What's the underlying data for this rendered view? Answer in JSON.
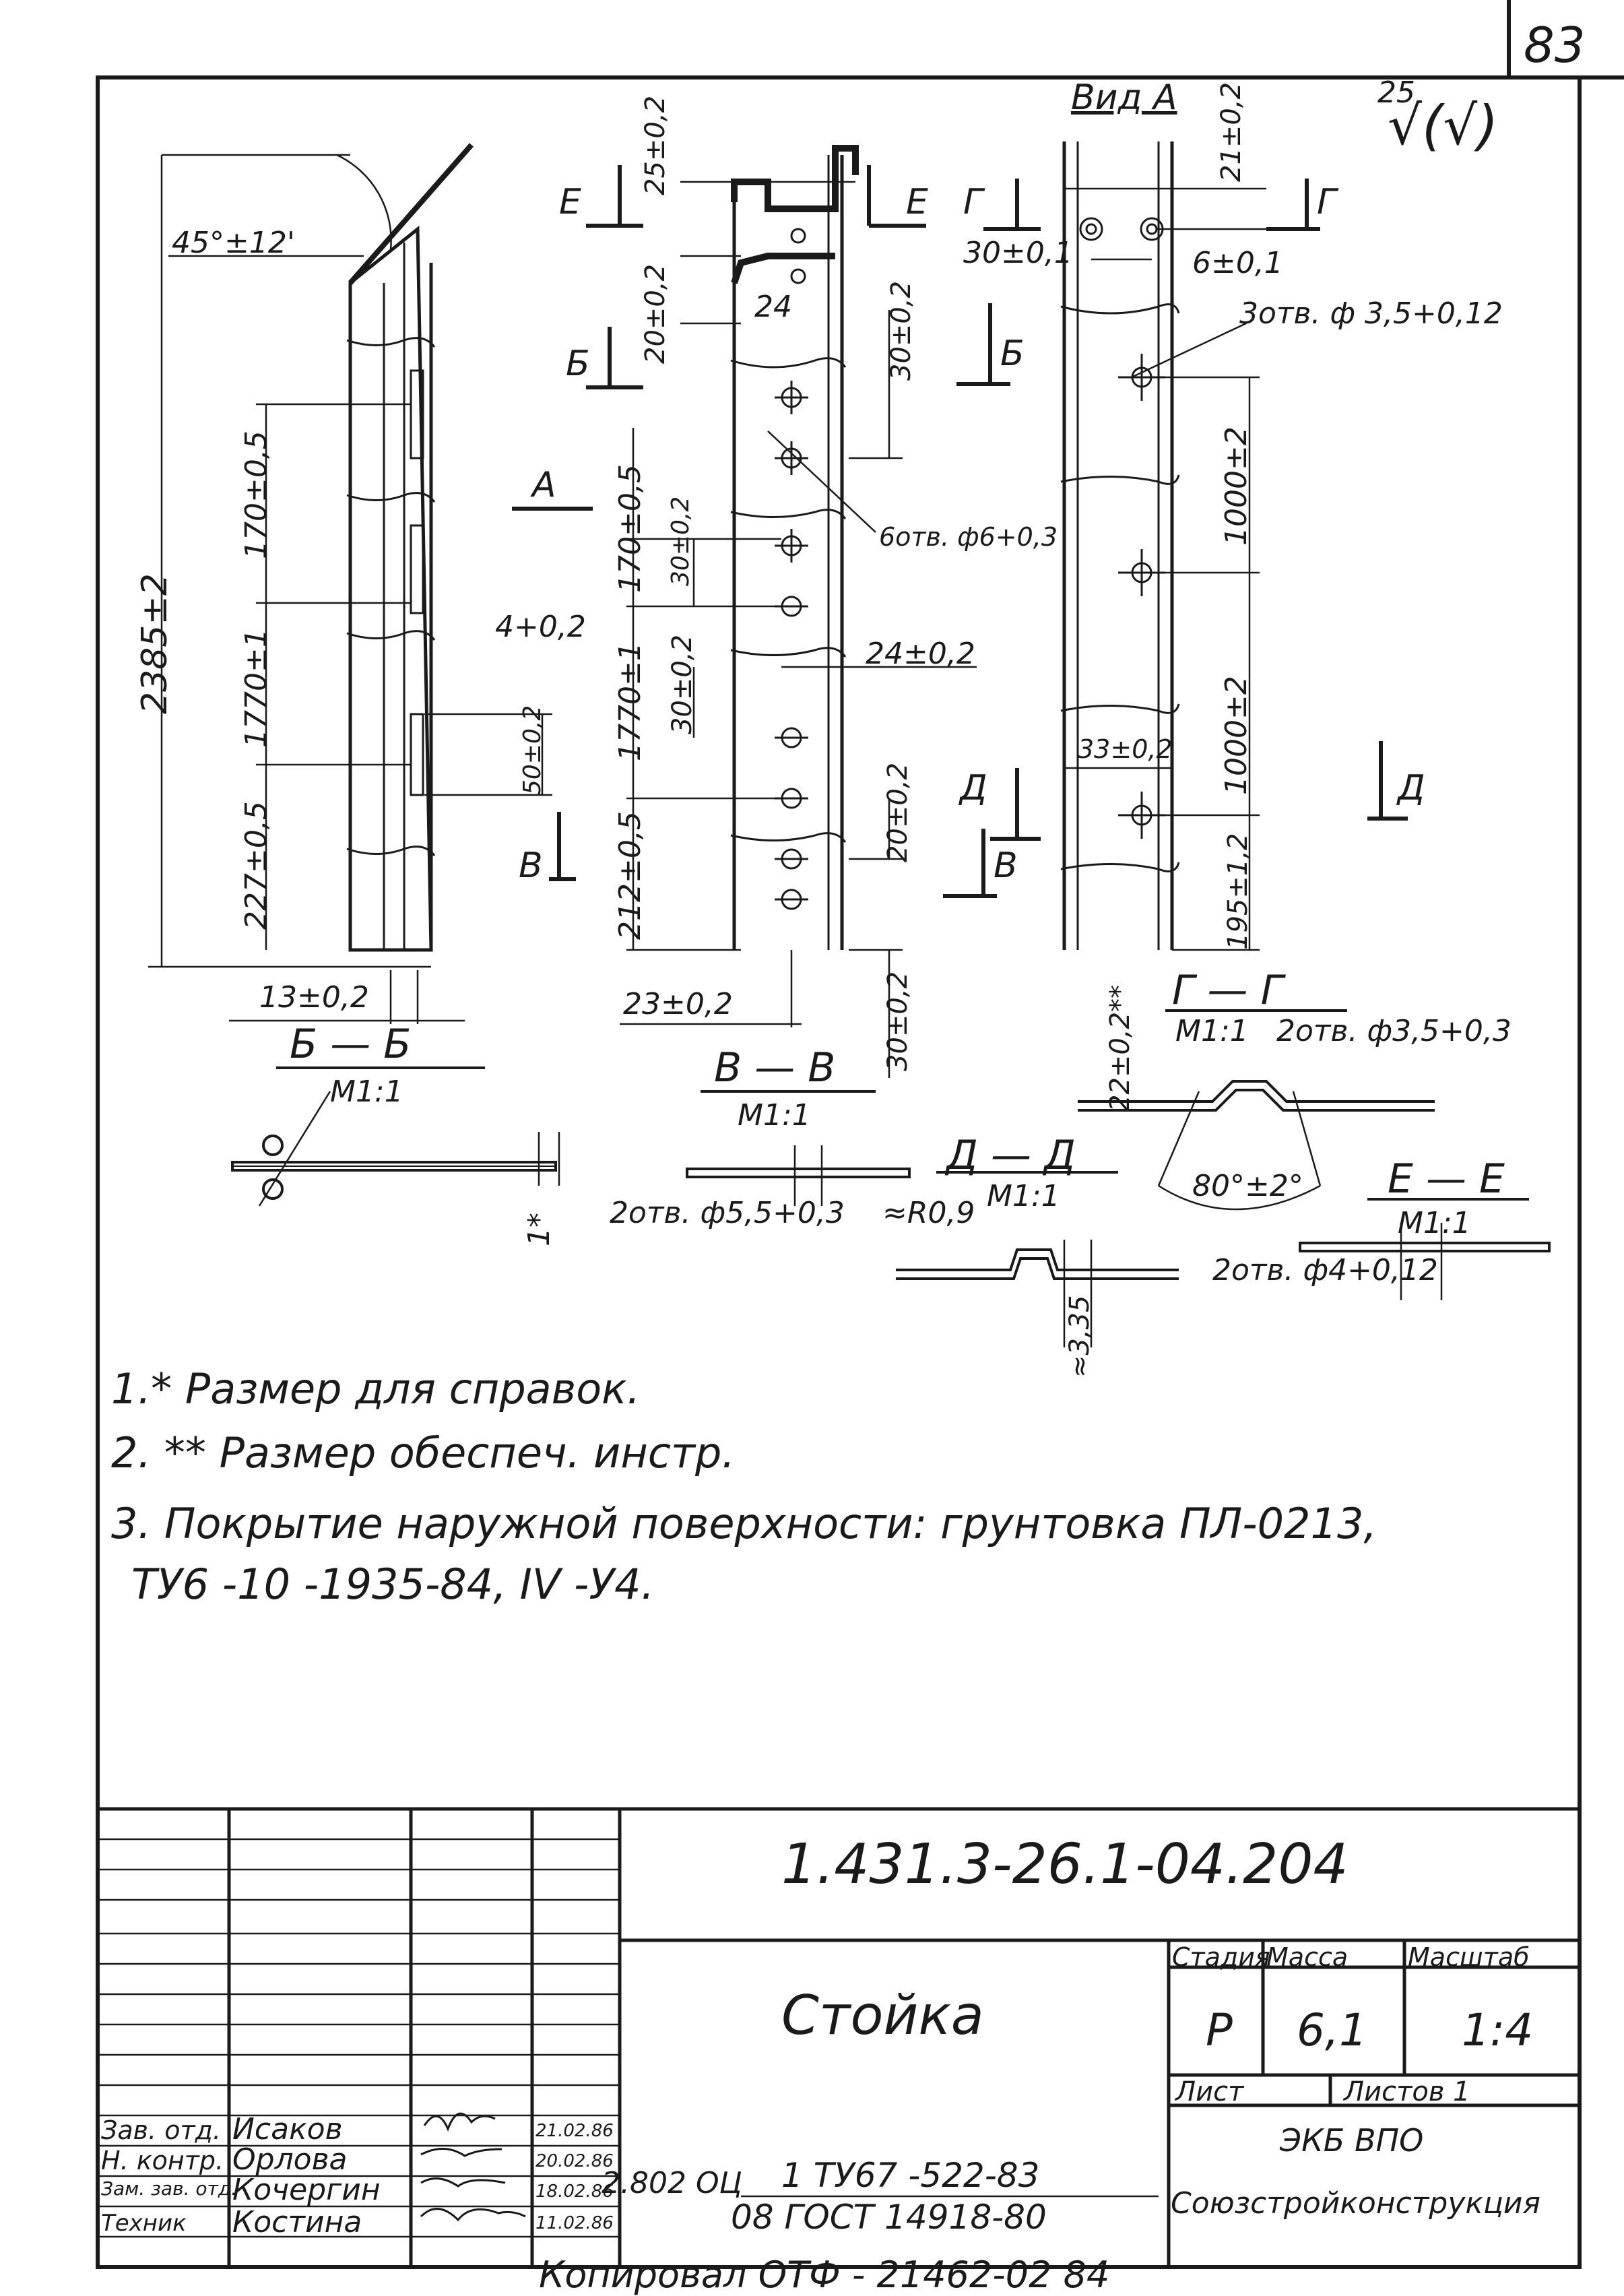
{
  "sheet_number": "83",
  "roughness": {
    "value": "25",
    "symbol": "√(√)"
  },
  "view_labels": {
    "view_a": "Вид А",
    "arrow_a": "А",
    "e": "Е",
    "g": "Г",
    "b": "Б",
    "v": "В",
    "d": "Д"
  },
  "dimensions": {
    "angle": "45°±12'",
    "overall_length": "2385±2",
    "d170_a": "170±0,5",
    "d1770_a": "1770±1",
    "d227": "227±0,5",
    "d13": "13±0,2",
    "d4": "4+0,2",
    "d50": "50±0,2",
    "d25": "25±0,2",
    "d20": "20±0,2",
    "d24": "24",
    "d30_a": "30±0,2",
    "d170_b": "170±0,5",
    "d30_b": "30±0,2",
    "d1770_b": "1770±1",
    "d30_c": "30±0,2",
    "d212": "212±0,5",
    "d24_2": "24±0,2",
    "d20_2": "20±0,2",
    "d23": "23±0,2",
    "d30_d": "30±0,2",
    "holes6": "6отв. ф6+0,3",
    "d21": "21±0,2",
    "d30_e": "30±0,1",
    "d6": "6±0,1",
    "holes3": "3отв. ф 3,5+0,12",
    "d1000_a": "1000±2",
    "d1000_b": "1000±2",
    "d33": "33±0,2",
    "d195": "195±1,2",
    "d22": "22±0,2**",
    "holes2_g": "2отв. ф3,5+0,3",
    "angle80": "80°±2°",
    "holes2_v": "2отв. ф5,5+0,3",
    "r09": "≈R0,9",
    "d335": "≈3,35",
    "holes2_e": "2отв. ф4+0,12",
    "ref1": "1*"
  },
  "sections": {
    "bb": {
      "title": "Б — Б",
      "scale": "М1:1"
    },
    "vv": {
      "title": "В — В",
      "scale": "М1:1"
    },
    "gg": {
      "title": "Г — Г",
      "scale": "М1:1"
    },
    "dd": {
      "title": "Д — Д",
      "scale": "М1:1"
    },
    "ee": {
      "title": "Е — Е",
      "scale": "М1:1"
    }
  },
  "notes": [
    "1.* Размер для справок.",
    "2. ** Размер обеспеч. инстр.",
    "3. Покрытие наружной поверхности: грунтовка ПЛ-0213,",
    "ТУ6 -10 -1935-84,     IV -У4."
  ],
  "title_block": {
    "designation": "1.431.3-26.1-04.204",
    "name": "Стойка",
    "stage_header": "Стадия",
    "mass_header": "Масса",
    "scale_header": "Масштаб",
    "stage": "Р",
    "mass": "6,1",
    "scale": "1:4",
    "sheet_label": "Лист",
    "sheets_label": "Листов 1",
    "org_line1": "ЭКБ ВПО",
    "org_line2": "Союзстройконструкция",
    "material_code": "2.802 ОЦ",
    "material_line1": "1 ТУ67 -522-83",
    "material_line2": "08    ГОСТ 14918-80",
    "people": [
      {
        "role": "Зав. отд.",
        "name": "Исаков",
        "date": "21.02.86"
      },
      {
        "role": "Н. контр.",
        "name": "Орлова",
        "date": "20.02.86"
      },
      {
        "role": "Зам. зав. отд.",
        "name": "Кочергин",
        "date": "18.02.86"
      },
      {
        "role": "Техник",
        "name": "Костина",
        "date": "11.02.86"
      }
    ]
  },
  "footer": "Копировал  ОТФ -     21462-02    84"
}
